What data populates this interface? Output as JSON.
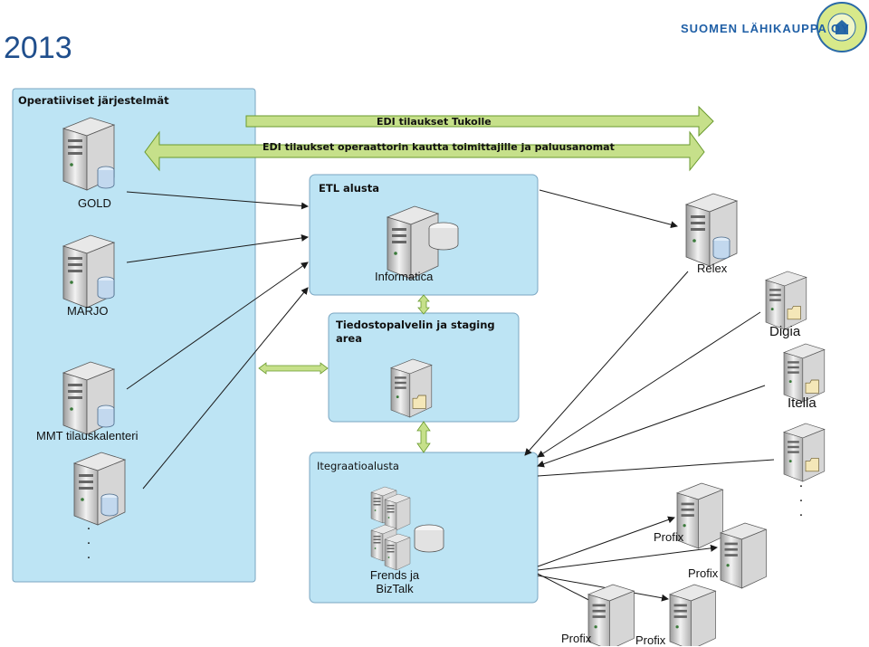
{
  "year": "2013",
  "company": "SUOMEN LÄHIKAUPPA OY",
  "logo_text": "SUOMEN LÄHIKAUPPA",
  "panels": {
    "operational": "Operatiiviset järjestelmät",
    "etl": "ETL alusta",
    "fileserver": "Tiedostopalvelin ja staging area",
    "integration": "Itegraatioalusta"
  },
  "arrows": {
    "edi_tukolle": "EDI tilaukset Tukolle",
    "edi_operator": "EDI tilaukset operaattorin kautta toimittajille ja paluusanomat"
  },
  "servers": {
    "gold": "GOLD",
    "marjo": "MARJO",
    "mmt": "MMT tilauskalenteri",
    "informatica": "Informatica",
    "relex": "Relex",
    "digia": "Digia",
    "itella": "Itella",
    "frends": "Frends ja BizTalk",
    "profix1": "Profix",
    "profix2": "Profix",
    "profix3": "Profix",
    "profix4": "Profix"
  },
  "ellipsis": ".\n.\n.",
  "colors": {
    "panel_fill": "#bde4f4",
    "arrow_fill": "#c6e08a",
    "arrow_stroke": "#6a9a2e",
    "title_blue": "#1f4e8c"
  }
}
